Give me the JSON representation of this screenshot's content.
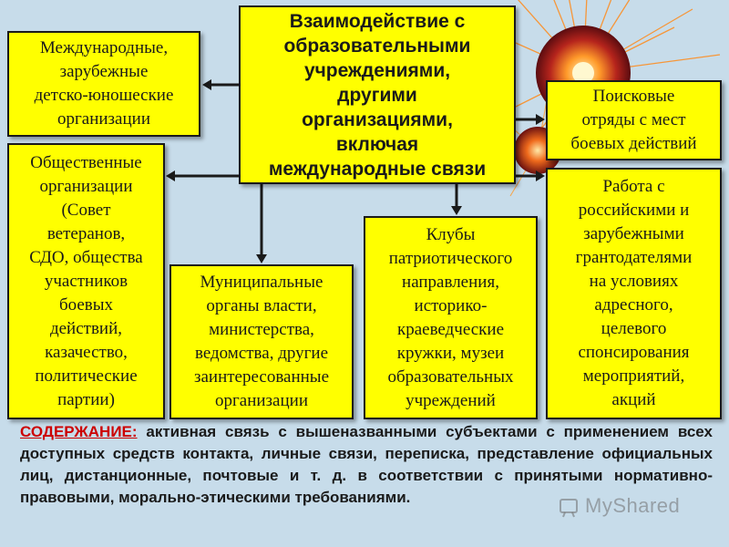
{
  "center": {
    "lines": [
      "Взаимодействие с",
      "образовательными",
      "учреждениями,",
      "другими",
      "организациями,",
      "включая",
      "международные связи"
    ]
  },
  "boxes": {
    "intl": [
      "Международные,",
      "зарубежные",
      "детско-юношеские",
      "организации"
    ],
    "public": [
      "Общественные",
      "организации",
      "(Совет",
      "ветеранов,",
      "СДО, общества",
      "участников",
      "боевых",
      "действий,",
      "казачество,",
      "политические",
      "партии)"
    ],
    "search": [
      "Поисковые",
      "отряды с мест",
      "боевых действий"
    ],
    "grant": [
      "Работа с",
      "российскими и",
      "зарубежными",
      "грантодателями",
      "на условиях",
      "адресного,",
      "целевого",
      "спонсирования",
      "мероприятий,",
      "акций"
    ],
    "muni": [
      "Муниципальные",
      "органы власти,",
      "министерства,",
      "ведомства, другие",
      "заинтересованные",
      "организации"
    ],
    "clubs": [
      "Клубы",
      "патриотического",
      "направления,",
      "историко-",
      "краеведческие",
      "кружки, музеи",
      "образовательных",
      "учреждений"
    ]
  },
  "footer": {
    "label": "СОДЕРЖАНИЕ:",
    "text": " активная связь с вышеназванными субъектами с применением всех доступных средств контакта, личные связи, переписка, представление официальных лиц, дистанционные, почтовые и т. д. в соответствии с принятыми нормативно-правовыми, морально-этическими требованиями."
  },
  "watermark": "MyShared",
  "colors": {
    "box_fill": "#ffff00",
    "background": "#c7dcea",
    "label_red": "#cc0000"
  }
}
